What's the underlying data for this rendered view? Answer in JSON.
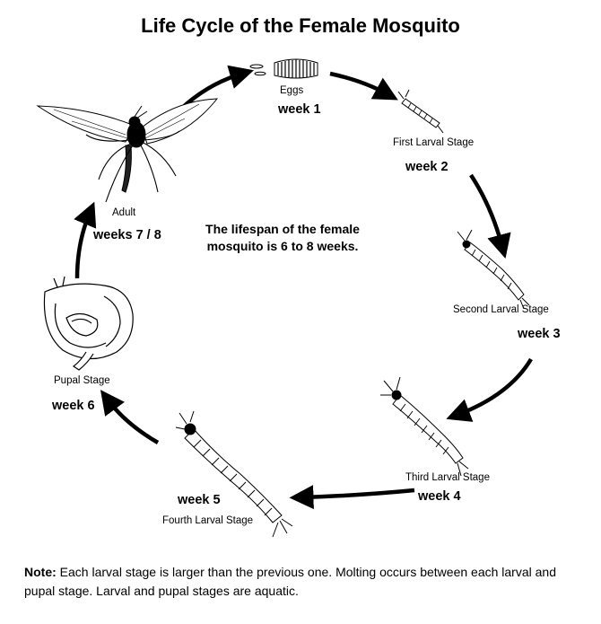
{
  "title": "Life Cycle of the Female Mosquito",
  "center_text": "The lifespan of the female mosquito is 6 to 8 weeks.",
  "stages": [
    {
      "label": "Eggs",
      "week": "week 1"
    },
    {
      "label": "First Larval Stage",
      "week": "week 2"
    },
    {
      "label": "Second Larval Stage",
      "week": "week 3"
    },
    {
      "label": "Third Larval Stage",
      "week": "week 4"
    },
    {
      "label": "Fourth Larval Stage",
      "week": "week 5"
    },
    {
      "label": "Pupal Stage",
      "week": "week 6"
    },
    {
      "label": "Adult",
      "week": "weeks 7 / 8"
    }
  ],
  "note": {
    "prefix": "Note:",
    "text": " Each larval stage is larger than the previous one. Molting occurs between each larval and pupal stage. Larval and pupal stages are aquatic."
  }
}
